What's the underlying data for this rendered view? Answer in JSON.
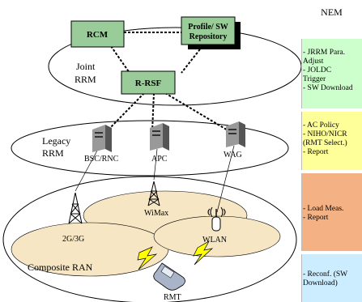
{
  "diagram": {
    "colors": {
      "box_fill": "#99cc99",
      "nem_jrrm": "#ccffcc",
      "nem_legacy": "#ffff99",
      "nem_ran": "#f4b183",
      "nem_rmt": "#ccecff",
      "coverage": "#f6e6c4",
      "lightning": "#ffff00"
    },
    "boxes": {
      "rcm": "RCM",
      "profile_line1": "Profile/ SW",
      "profile_line2": "Repository",
      "rrsf": "R-RSF"
    },
    "labels": {
      "joint_rrm_line1": "Joint",
      "joint_rrm_line2": "RRM",
      "legacy_rrm_line1": "Legacy",
      "legacy_rrm_line2": "RRM",
      "composite_ran": "Composite RAN"
    },
    "nodes": {
      "bsc_rnc": "BSC/RNC",
      "apc": "APC",
      "wag": "WAG",
      "wimax": "WiMax",
      "wlan": "WLAN",
      "g2g3": "2G/3G",
      "rmt": "RMT"
    },
    "nem": {
      "title": "NEM",
      "jrrm": [
        "- JRRM Para.",
        "Adjust",
        "- JOLDC",
        "Trigger",
        "- SW Download"
      ],
      "legacy": [
        "- AC Policy",
        "- NIHO/NICR",
        "(RMT Select.)",
        "- Report"
      ],
      "ran": [
        "- Load Meas.",
        "- Report"
      ],
      "rmt": [
        "- Reconf. (SW",
        "Download)"
      ]
    }
  }
}
